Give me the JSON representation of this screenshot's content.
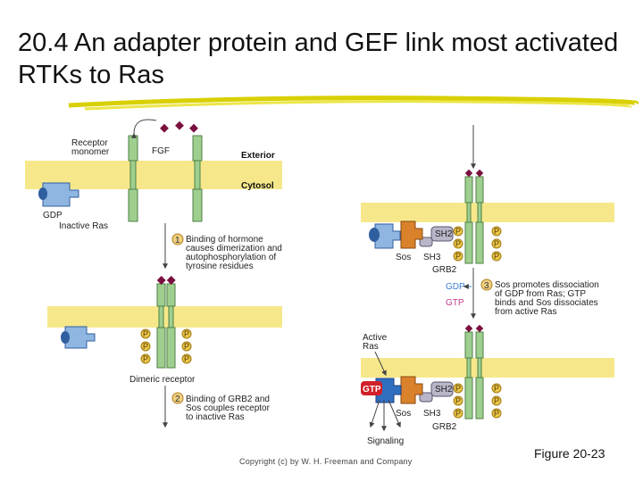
{
  "title": "20.4 An adapter protein and GEF link most activated RTKs to Ras",
  "labels": {
    "receptor_monomer": [
      "Receptor",
      "monomer"
    ],
    "fgf": "FGF",
    "exterior": "Exterior",
    "cytosol": "Cytosol",
    "gdp": "GDP",
    "inactive_ras": "Inactive Ras",
    "step1_num": "1",
    "step1_text": [
      "Binding of hormone",
      "causes dimerization and",
      "autophosphorylation of",
      "tyrosine residues"
    ],
    "dimeric_receptor": "Dimeric receptor",
    "step2_num": "2",
    "step2_text": [
      "Binding of GRB2 and",
      "Sos couples receptor",
      "to inactive Ras"
    ],
    "step3_num": "3",
    "step3_text": [
      "Sos promotes dissociation",
      "of GDP from Ras; GTP",
      "binds and Sos dissociates",
      "from active Ras"
    ],
    "gdp_out": "GDP",
    "gtp_in": "GTP",
    "sos": "Sos",
    "sh3": "SH3",
    "sh2": "SH2",
    "grb2": "GRB2",
    "active_ras": [
      "Active",
      "Ras"
    ],
    "gtp": "GTP",
    "signaling": "Signaling",
    "phospho": "P"
  },
  "colors": {
    "membrane": "#f6e88a",
    "receptor": "#9fcf8f",
    "receptor_stroke": "#4f7f45",
    "hormone": "#7a1040",
    "ras": "#8fb6e0",
    "ras_dark": "#2f5f9f",
    "sos": "#d9822b",
    "grb2": "#b9b6c9",
    "phospho": "#e8c64a",
    "gtp": "#d0202a",
    "gdp_gtp_text": "#3a7fd0"
  },
  "copyright": "Copyright (c) by W. H. Freeman and Company",
  "figure_ref": "Figure 20-23"
}
